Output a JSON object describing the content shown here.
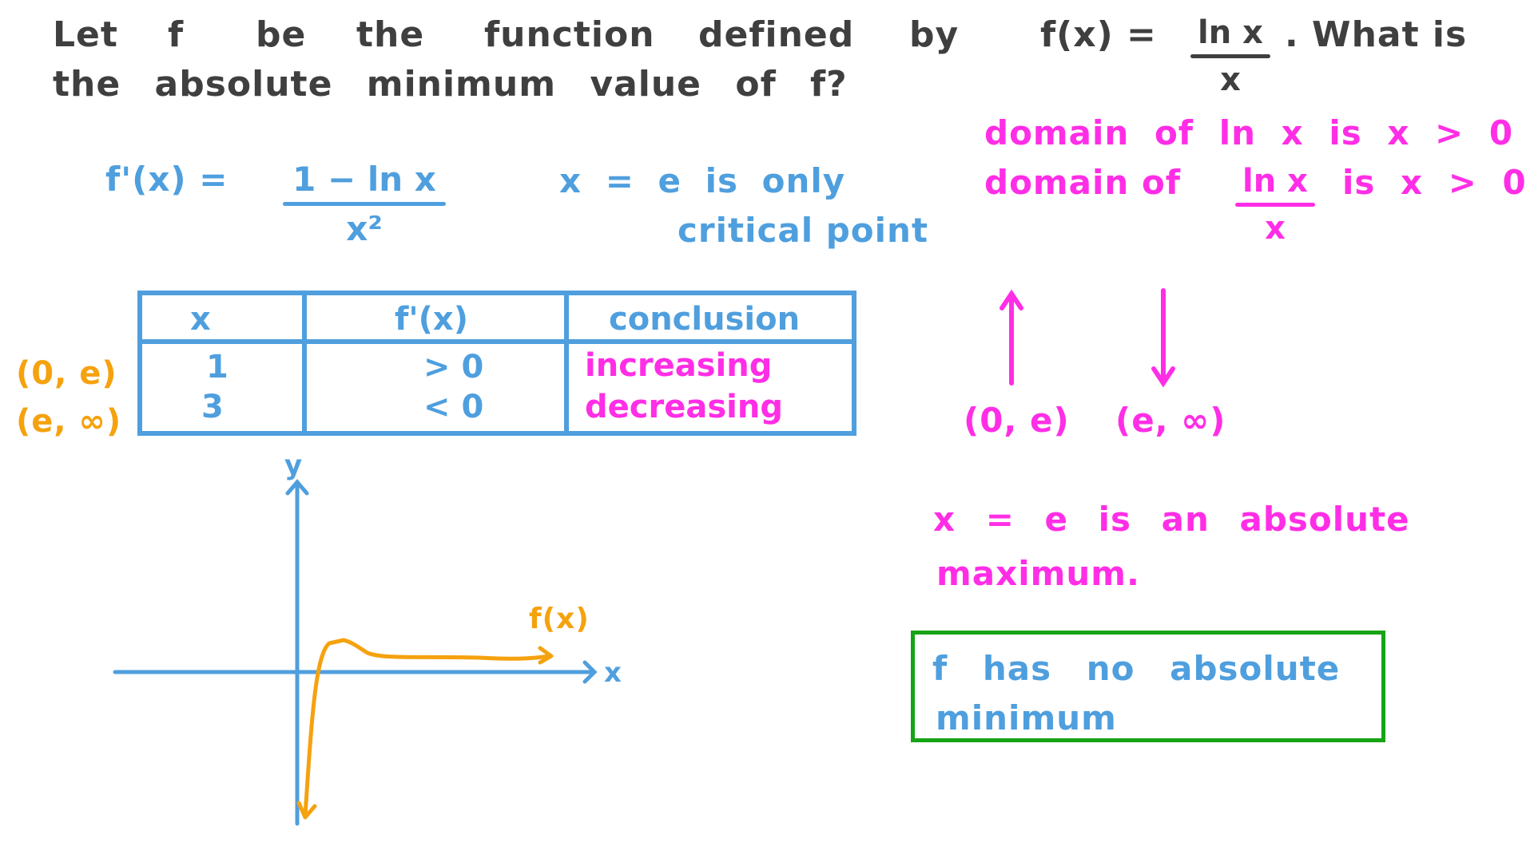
{
  "question": {
    "line1_words": [
      "Let",
      "f",
      "be",
      "the",
      "function",
      "defined",
      "by"
    ],
    "definition_lhs": "f(x) =",
    "definition_numerator": "ln x",
    "definition_denominator": "x",
    "line1_tail": ". What is",
    "line2": "the absolute minimum value of f?"
  },
  "derivative": {
    "lhs": "f'(x) =",
    "numerator": "1 − ln x",
    "denominator": "x²"
  },
  "critical_point": {
    "line1": "x = e is only",
    "line2": "critical point"
  },
  "domain_notes": {
    "line1": "domain of ln x is x > 0",
    "line2_prefix": "domain of",
    "line2_numerator": "ln x",
    "line2_denominator": "x",
    "line2_suffix": "is x > 0"
  },
  "sign_table": {
    "headers": [
      "x",
      "f'(x)",
      "conclusion"
    ],
    "rows": [
      {
        "interval": "(0, e)",
        "x": "1",
        "sign": "> 0",
        "conclusion": "increasing"
      },
      {
        "interval": "(e, ∞)",
        "x": "3",
        "sign": "< 0",
        "conclusion": "decreasing"
      }
    ]
  },
  "arrows": {
    "up_label": "(0, e)",
    "down_label": "(e, ∞)"
  },
  "maximum_note": {
    "line1": "x = e is an absolute",
    "line2": "maximum."
  },
  "conclusion_box": {
    "line1": "f has no absolute",
    "line2": "minimum"
  },
  "graph": {
    "x_axis_label": "x",
    "y_axis_label": "y",
    "curve_label": "f(x)"
  },
  "colors": {
    "question_text": "#3f3f3f",
    "working_blue": "#4f9fde",
    "note_pink": "#ff2ee6",
    "interval_orange": "#f5a20f",
    "box_green": "#16a316"
  }
}
